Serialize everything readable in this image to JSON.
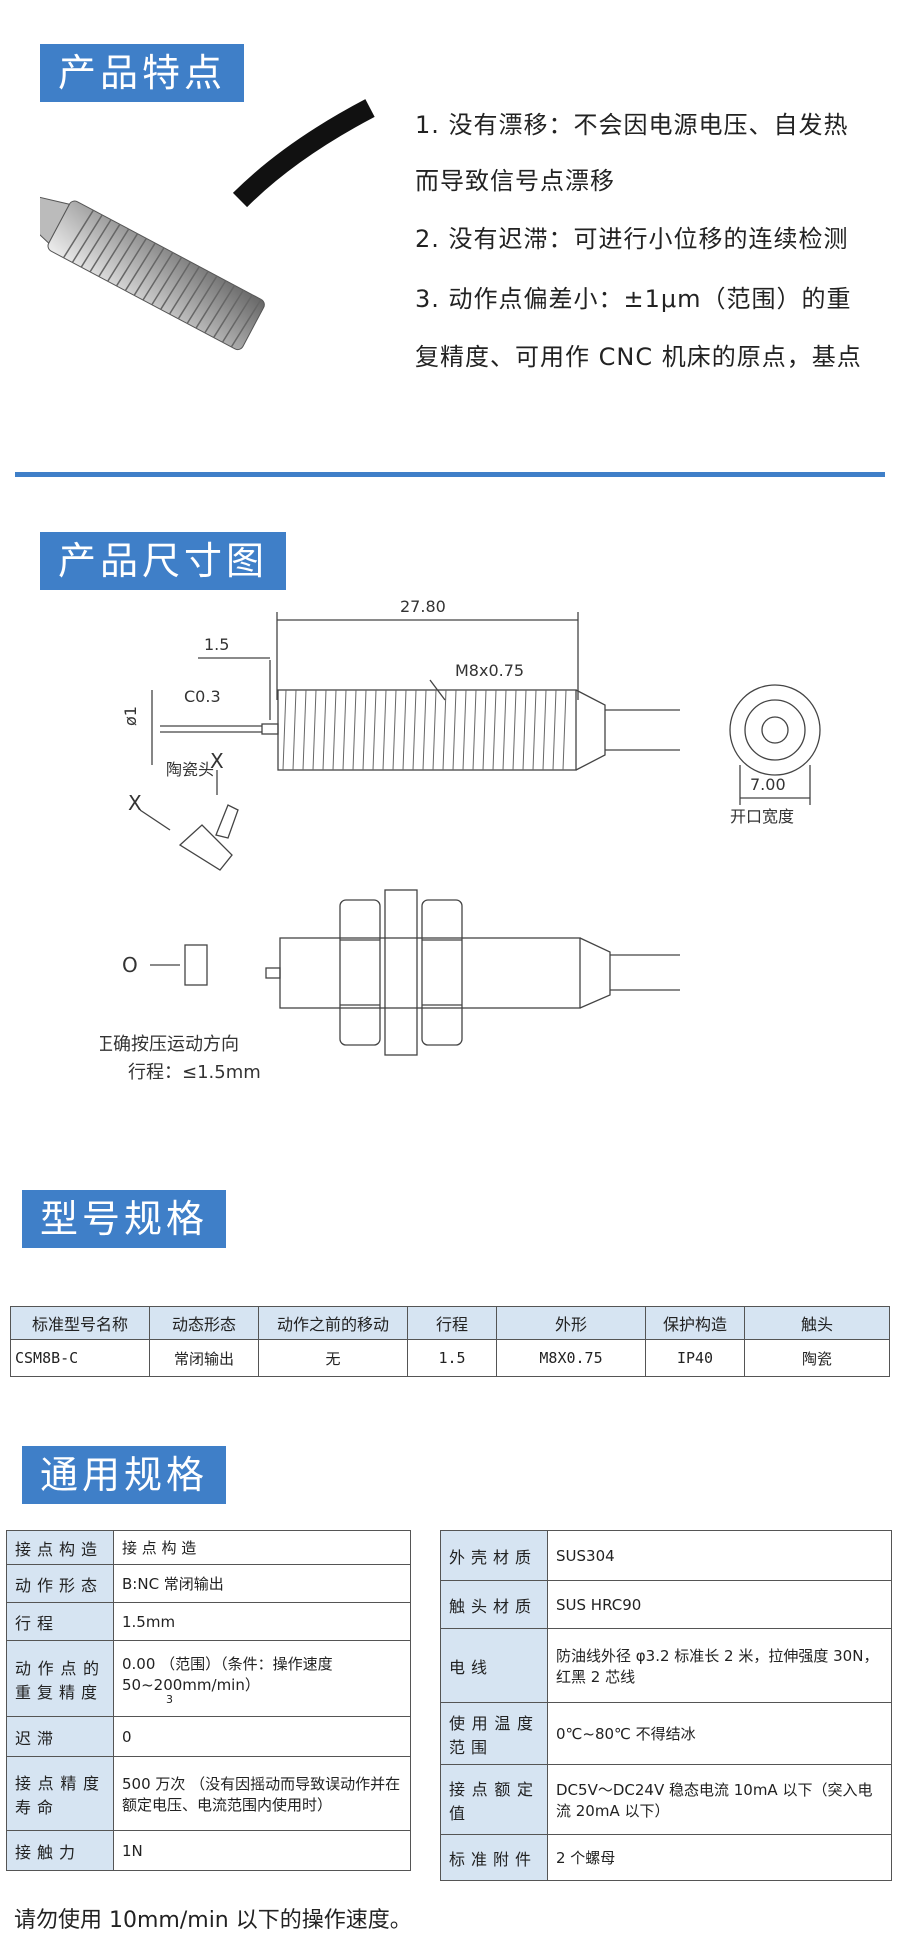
{
  "sections": {
    "features": "产品特点",
    "dimensions": "产品尺寸图",
    "model": "型号规格",
    "general": "通用规格"
  },
  "features": [
    "1. 没有漂移：不会因电源电压、自发热",
    "而导致信号点漂移",
    "2. 没有迟滞：可进行小位移的连续检测",
    "3. 动作点偏差小：±1μm（范围）的重",
    "复精度、可用作 CNC 机床的原点，基点"
  ],
  "diagram": {
    "dim_total": "27.80",
    "dim_tip": "1.5",
    "thread": "M8x0.75",
    "phi": "ø1",
    "chamfer": "C0.3",
    "ceramic": "陶瓷头",
    "width": "7.00",
    "width_label": "开口宽度",
    "x1": "X",
    "x2": "X",
    "o": "O",
    "direction": "正确按压运动方向",
    "stroke": "行程：≤1.5mm"
  },
  "model_table": {
    "headers": [
      "标准型号名称",
      "动态形态",
      "动作之前的移动",
      "行程",
      "外形",
      "保护构造",
      "触头"
    ],
    "row": [
      "CSM8B-C",
      "常闭输出",
      "无",
      "1.5",
      "M8X0.75",
      "IP40",
      "陶瓷"
    ]
  },
  "spec_left": [
    {
      "k": "接点构造",
      "v": "接 点 构 造"
    },
    {
      "k": "动作形态",
      "v": "B:NC 常闭输出"
    },
    {
      "k": "行程",
      "v": "1.5mm"
    },
    {
      "k": "动作点的重复精度",
      "v": "0.00 （范围）（条件：操作速度 50~200mm/min）"
    },
    {
      "k": "迟滞",
      "v": "0"
    },
    {
      "k": "接点精度寿命",
      "v": "500 万次 （没有因摇动而导致误动作并在额定电压、电流范围内使用时）"
    },
    {
      "k": "接触力",
      "v": "1N"
    }
  ],
  "spec_left_sub": "3",
  "spec_right": [
    {
      "k": "外壳材质",
      "v": "SUS304"
    },
    {
      "k": "触头材质",
      "v": "SUS HRC90"
    },
    {
      "k": "电线",
      "v": "防油线外径 φ3.2 标准长 2 米，拉伸强度 30N，红黑 2 芯线"
    },
    {
      "k": "使用温度范围",
      "v": "0℃~80℃ 不得结冰"
    },
    {
      "k": "接点额定值",
      "v": "DC5V～DC24V 稳态电流 10mA 以下（突入电流 20mA 以下）"
    },
    {
      "k": "标准附件",
      "v": "2 个螺母"
    }
  ],
  "note": "请勿使用 10mm/min 以下的操作速度。",
  "colors": {
    "accent": "#3f7fc8",
    "header_bg": "#d6e4f2"
  }
}
